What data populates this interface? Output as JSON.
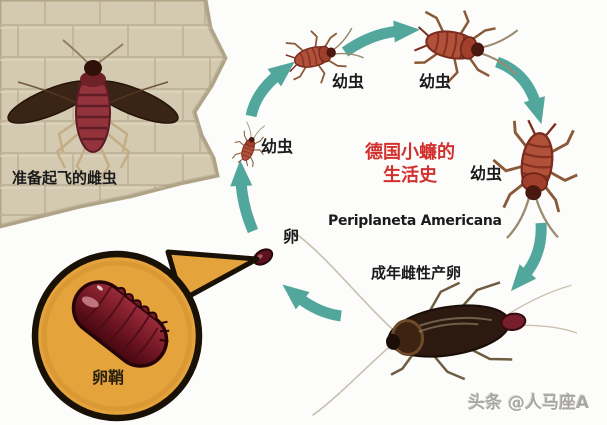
{
  "title": {
    "line1": "德国小蠊的",
    "line2": "生活史",
    "species_latin": "Periplaneta Americana"
  },
  "wall_caption": "准备起飞的雌虫",
  "stages": [
    {
      "id": "egg",
      "label": "卵"
    },
    {
      "id": "nymph-1",
      "label": "幼虫"
    },
    {
      "id": "nymph-2",
      "label": "幼虫"
    },
    {
      "id": "nymph-3",
      "label": "幼虫"
    },
    {
      "id": "nymph-4",
      "label": "幼虫"
    },
    {
      "id": "adult-female",
      "label": "成年雌性产卵"
    }
  ],
  "callout": {
    "label": "卵鞘"
  },
  "watermark": "头条 @人马座A",
  "cycle": {
    "type": "life-cycle",
    "direction": "clockwise"
  },
  "colors": {
    "background": "#fcfcfa",
    "wall_tan": "#d3cab1",
    "wall_mortar": "#bfb399",
    "arrow_teal": "#52a79c",
    "title_red": "#d2302e",
    "text_black": "#1b1b1b",
    "bubble_orange": "#e5a33c",
    "bubble_outline": "#1a1106",
    "ootheca_red": "#6e1522",
    "nymph_body": "#b2513a",
    "adult_body": "#2c1a10",
    "watermark_gray": "#a9a7a4"
  }
}
